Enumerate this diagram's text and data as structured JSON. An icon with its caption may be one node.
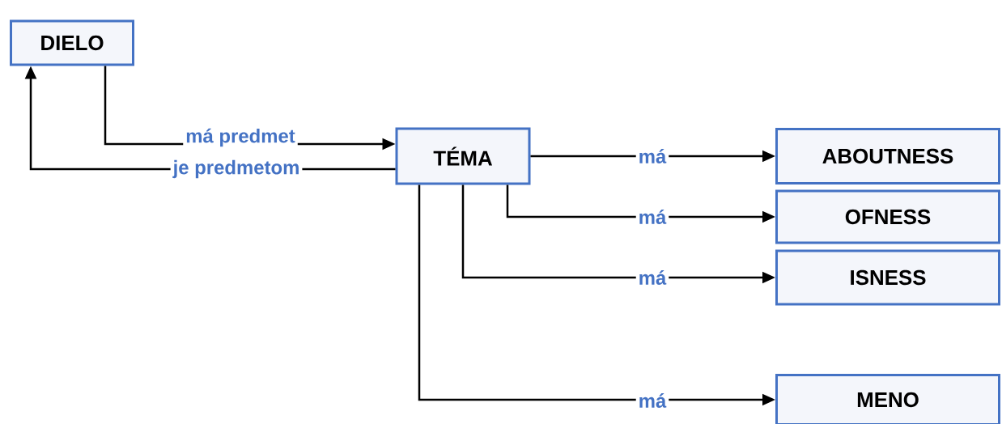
{
  "diagram": {
    "nodes": [
      {
        "text": [
          "DIELO"
        ]
      },
      {
        "text": [
          "TÉMA"
        ]
      },
      {
        "text": [
          "ABOUTNESS"
        ]
      },
      {
        "text": [
          "OFNESS"
        ]
      },
      {
        "text": [
          "ISNESS"
        ]
      },
      {
        "text": [
          "MENO"
        ]
      }
    ],
    "edges": [
      {
        "from": 0,
        "to": 1,
        "arrow": "to",
        "label": "má predmet"
      },
      {
        "from": 1,
        "to": 0,
        "arrow": "to",
        "label": "je predmetom"
      },
      {
        "from": 1,
        "to": 2,
        "arrow": "to",
        "label": "má"
      },
      {
        "from": 1,
        "to": 3,
        "arrow": "to",
        "label": "má"
      },
      {
        "from": 1,
        "to": 4,
        "arrow": "to",
        "label": "má"
      },
      {
        "from": 1,
        "to": 5,
        "arrow": "to",
        "label": "má"
      }
    ]
  }
}
